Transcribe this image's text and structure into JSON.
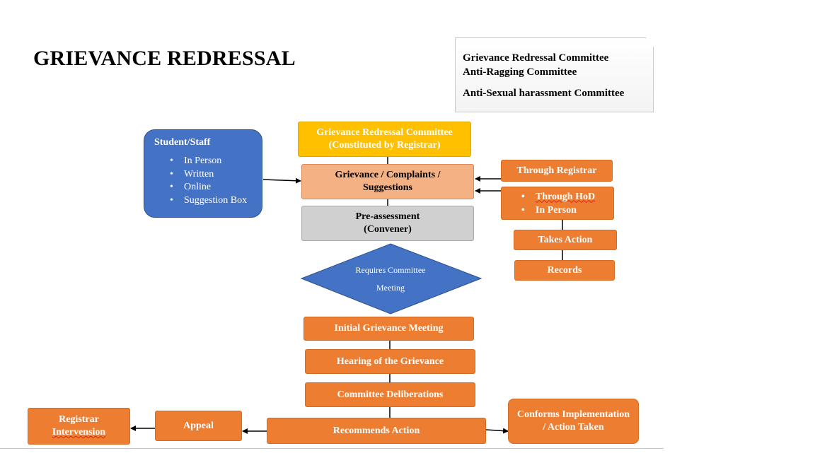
{
  "title": "GRIEVANCE REDRESSAL",
  "committees": [
    "Grievance Redressal Committee",
    "Anti-Ragging Committee",
    "Anti-Sexual harassment Committee"
  ],
  "student": {
    "heading": "Student/Staff",
    "items": [
      "In Person",
      "Written",
      "Online",
      "Suggestion Box"
    ]
  },
  "grc": {
    "line1": "Grievance Redressal Committee",
    "line2": "(Constituted by Registrar)"
  },
  "complaints": {
    "line1": "Grievance / Complaints /",
    "line2": "Suggestions"
  },
  "preassessment": {
    "line1": "Pre-assessment",
    "line2": "(Convener)"
  },
  "decision": {
    "line1": "Requires Committee",
    "line2": "Meeting"
  },
  "right": {
    "registrar": "Through Registrar",
    "hod_items": [
      "Through HoD",
      "In Person"
    ],
    "takes_action": "Takes Action",
    "records": "Records"
  },
  "steps": {
    "initial": "Initial Grievance Meeting",
    "hearing": "Hearing of the Grievance",
    "deliberations": "Committee Deliberations",
    "recommends": "Recommends Action",
    "appeal": "Appeal",
    "registrar_intervention_1": "Registrar",
    "registrar_intervention_2": "Intervension",
    "conforms_1": "Conforms Implementation",
    "conforms_2": "/ Action Taken"
  },
  "colors": {
    "orange": "#ED7D31",
    "yellow": "#FFC000",
    "blue": "#4472C4",
    "salmon": "#F4B183",
    "grey": "#D0D0D0"
  }
}
